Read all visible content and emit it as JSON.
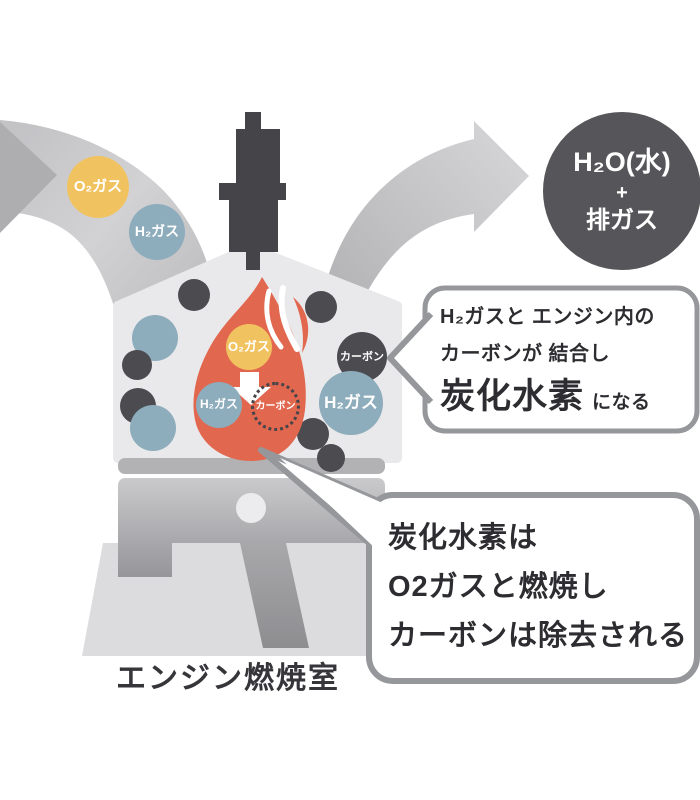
{
  "palette": {
    "flame_red": "#e2674f",
    "gas_blue": "#8dacbc",
    "gas_yellow": "#f1c360",
    "carbon_dark": "#4b4b50",
    "engine_gray": "#e9e9eb",
    "arrow_gray": "#c9c9cc",
    "bubble_border": "#95979a",
    "text_dark": "#2d2d31",
    "exhaust_circle_gray": "#56565a"
  },
  "exhaust_output": {
    "formula": "H₂O(水)",
    "plus": "+",
    "gas": "排ガス"
  },
  "intake": {
    "o2": "O₂ガス",
    "h2": "H₂ガス"
  },
  "flame": {
    "o2": "O₂ガス",
    "h2": "H₂ガス",
    "carbon": "カーボン"
  },
  "chamber": {
    "carbon": "カーボン",
    "h2": "H₂ガス"
  },
  "note_reaction": {
    "line1": "H₂ガスと エンジン内の",
    "line2": "カーボンが 結合し",
    "term": "炭化水素",
    "term_suffix": "になる"
  },
  "note_removal": {
    "line1": "炭化水素は",
    "line2": "O2ガスと燃焼し",
    "line3": "カーボンは除去される"
  },
  "caption": "エンジン燃焼室"
}
